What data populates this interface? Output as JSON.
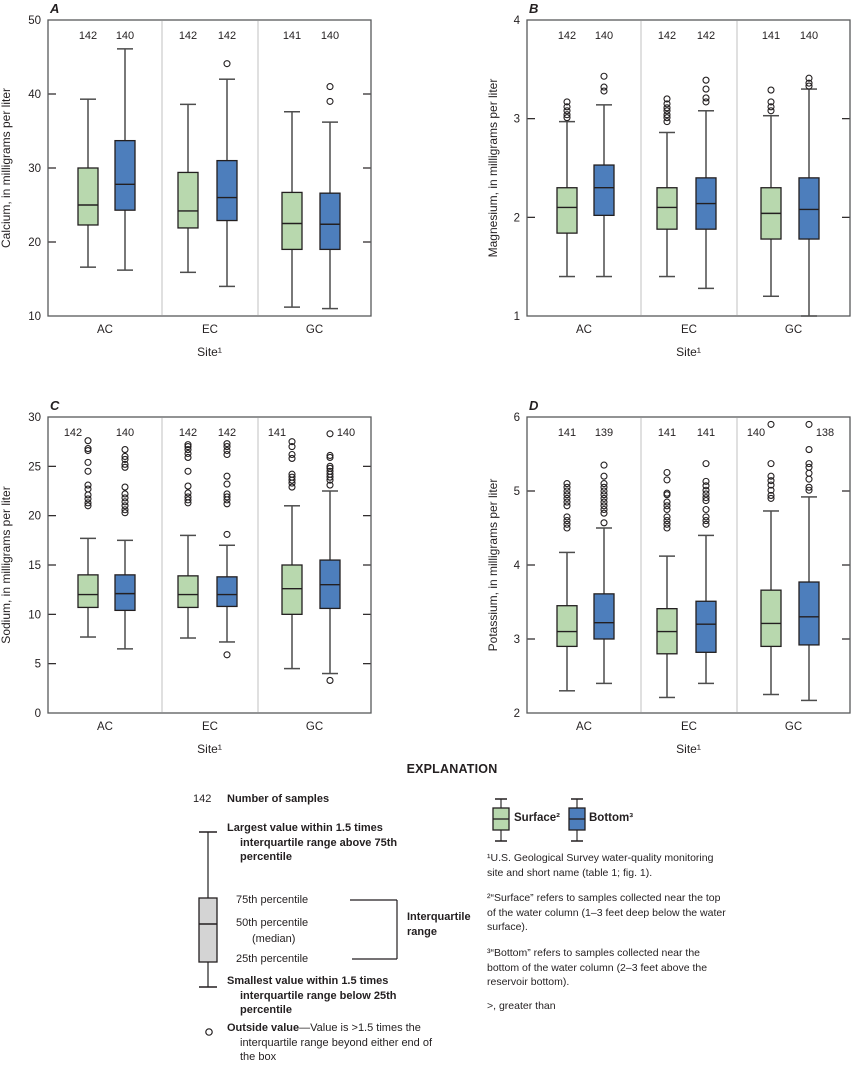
{
  "style": {
    "surface": "#b8d8ae",
    "bottom": "#4d7ebc",
    "line": "#4d4d4d",
    "box_border": "#231f20",
    "frame": "#58595b",
    "tick": "#231f20",
    "separator": "#d9d9d9",
    "example_box": "#d4d4d4",
    "text": "#231f20"
  },
  "explanation": {
    "title": "EXPLANATION",
    "samples_value": "142",
    "samples_label": "Number of samples",
    "largest": "Largest value within 1.5 times interquartile range above 75th percentile",
    "p75": "75th percentile",
    "p50": "50th percentile",
    "median": "(median)",
    "p25": "25th percentile",
    "iqr": "Interquartile range",
    "smallest": "Smallest value within 1.5 times interquartile range below 25th percentile",
    "outside_term": "Outside value",
    "outside_def": "—Value is >1.5 times the interquartile range beyond either end of the box",
    "legend": {
      "surface": "Surface²",
      "bottom": "Bottom³"
    },
    "footnotes": [
      "¹U.S. Geological Survey water-quality monitoring site and short name (table 1; fig. 1).",
      "²“Surface” refers to samples collected near the top of the water column (1–3 feet deep below the water surface).",
      "³“Bottom” refers to samples collected near the bottom of the water column (2–3 feet above the reservoir bottom).",
      ">, greater than"
    ]
  },
  "chart_data": [
    {
      "type": "boxplot",
      "panel": "A",
      "ylabel": "Calcium, in milligrams per liter",
      "xlabel": "Site¹",
      "ylim": [
        10,
        50
      ],
      "yticks": [
        10,
        20,
        30,
        40,
        50
      ],
      "ylabel_offset": 38,
      "sites": [
        "AC",
        "EC",
        "GC"
      ],
      "series": [
        {
          "site": "AC",
          "layer": "Surface",
          "n": 142,
          "whislo": 16.6,
          "q1": 22.3,
          "med": 25.0,
          "q3": 30.0,
          "whishi": 39.3,
          "outliers": []
        },
        {
          "site": "AC",
          "layer": "Bottom",
          "n": 140,
          "whislo": 16.2,
          "q1": 24.3,
          "med": 27.8,
          "q3": 33.7,
          "whishi": 46.1,
          "outliers": []
        },
        {
          "site": "EC",
          "layer": "Surface",
          "n": 142,
          "whislo": 15.9,
          "q1": 21.9,
          "med": 24.2,
          "q3": 29.4,
          "whishi": 38.6,
          "outliers": []
        },
        {
          "site": "EC",
          "layer": "Bottom",
          "n": 142,
          "whislo": 14.0,
          "q1": 22.9,
          "med": 26.0,
          "q3": 31.0,
          "whishi": 42.0,
          "outliers": [
            44.1
          ]
        },
        {
          "site": "GC",
          "layer": "Surface",
          "n": 141,
          "whislo": 11.2,
          "q1": 19.0,
          "med": 22.5,
          "q3": 26.7,
          "whishi": 37.6,
          "outliers": []
        },
        {
          "site": "GC",
          "layer": "Bottom",
          "n": 140,
          "whislo": 11.0,
          "q1": 19.0,
          "med": 22.4,
          "q3": 26.6,
          "whishi": 36.2,
          "outliers": [
            39.0,
            41.0
          ]
        }
      ]
    },
    {
      "type": "boxplot",
      "panel": "B",
      "ylabel": "Magnesium, in milligrams per liter",
      "xlabel": "Site¹",
      "ylim": [
        1,
        4
      ],
      "yticks": [
        1,
        2,
        3,
        4
      ],
      "ylabel_offset": 30,
      "sites": [
        "AC",
        "EC",
        "GC"
      ],
      "series": [
        {
          "site": "AC",
          "layer": "Surface",
          "n": 142,
          "whislo": 1.4,
          "q1": 1.84,
          "med": 2.1,
          "q3": 2.3,
          "whishi": 2.97,
          "outliers": [
            3.01,
            3.04,
            3.08,
            3.12,
            3.17
          ]
        },
        {
          "site": "AC",
          "layer": "Bottom",
          "n": 140,
          "whislo": 1.4,
          "q1": 2.02,
          "med": 2.3,
          "q3": 2.53,
          "whishi": 3.14,
          "outliers": [
            3.28,
            3.32,
            3.43
          ]
        },
        {
          "site": "EC",
          "layer": "Surface",
          "n": 142,
          "whislo": 1.4,
          "q1": 1.88,
          "med": 2.1,
          "q3": 2.3,
          "whishi": 2.86,
          "outliers": [
            2.97,
            3.01,
            3.04,
            3.08,
            3.11,
            3.15,
            3.2
          ]
        },
        {
          "site": "EC",
          "layer": "Bottom",
          "n": 142,
          "whislo": 1.28,
          "q1": 1.88,
          "med": 2.14,
          "q3": 2.4,
          "whishi": 3.08,
          "outliers": [
            3.17,
            3.21,
            3.3,
            3.39
          ]
        },
        {
          "site": "GC",
          "layer": "Surface",
          "n": 141,
          "whislo": 1.2,
          "q1": 1.78,
          "med": 2.04,
          "q3": 2.3,
          "whishi": 3.03,
          "outliers": [
            3.08,
            3.12,
            3.17,
            3.29
          ]
        },
        {
          "site": "GC",
          "layer": "Bottom",
          "n": 140,
          "whislo": 1.0,
          "q1": 1.78,
          "med": 2.08,
          "q3": 2.4,
          "whishi": 3.3,
          "outliers": [
            3.33,
            3.36,
            3.41
          ]
        }
      ]
    },
    {
      "type": "boxplot",
      "panel": "C",
      "ylabel": "Sodium, in milligrams per liter",
      "xlabel": "Site¹",
      "ylim": [
        0,
        30
      ],
      "yticks": [
        0,
        5,
        10,
        15,
        20,
        25,
        30
      ],
      "ylabel_offset": 38,
      "sites": [
        "AC",
        "EC",
        "GC"
      ],
      "series": [
        {
          "site": "AC",
          "layer": "Surface",
          "n": 142,
          "whislo": 7.7,
          "q1": 10.7,
          "med": 12.0,
          "q3": 14.0,
          "whishi": 17.7,
          "outliers": [
            21.0,
            21.3,
            21.7,
            22.1,
            22.7,
            23.1,
            24.5,
            25.4,
            26.6,
            26.8,
            27.6
          ]
        },
        {
          "site": "AC",
          "layer": "Bottom",
          "n": 140,
          "whislo": 6.5,
          "q1": 10.4,
          "med": 12.1,
          "q3": 14.0,
          "whishi": 17.5,
          "outliers": [
            20.3,
            20.6,
            21.0,
            21.4,
            21.8,
            22.2,
            22.9,
            24.9,
            25.2,
            25.7,
            26.0,
            26.7
          ]
        },
        {
          "site": "EC",
          "layer": "Surface",
          "n": 142,
          "whislo": 7.6,
          "q1": 10.7,
          "med": 12.0,
          "q3": 13.9,
          "whishi": 18.0,
          "outliers": [
            21.3,
            21.6,
            21.9,
            22.3,
            23.0,
            24.5,
            25.9,
            26.3,
            26.7,
            27.0,
            27.2
          ]
        },
        {
          "site": "EC",
          "layer": "Bottom",
          "n": 142,
          "whislo": 7.2,
          "q1": 10.8,
          "med": 12.0,
          "q3": 13.8,
          "whishi": 17.0,
          "outliers": [
            5.9,
            18.1,
            21.2,
            21.6,
            21.9,
            22.2,
            23.2,
            24.0,
            26.2,
            26.6,
            27.0,
            27.3
          ]
        },
        {
          "site": "GC",
          "layer": "Surface",
          "n": 141,
          "whislo": 4.5,
          "q1": 10.0,
          "med": 12.6,
          "q3": 15.0,
          "whishi": 21.0,
          "outliers": [
            22.9,
            23.3,
            23.6,
            23.9,
            24.2,
            25.8,
            26.2,
            27.0,
            27.5
          ]
        },
        {
          "site": "GC",
          "layer": "Bottom",
          "n": 140,
          "whislo": 4.0,
          "q1": 10.6,
          "med": 13.0,
          "q3": 15.5,
          "whishi": 22.5,
          "outliers": [
            3.3,
            23.1,
            23.6,
            23.9,
            24.2,
            24.5,
            24.8,
            25.0,
            25.9,
            26.1,
            28.3
          ]
        }
      ]
    },
    {
      "type": "boxplot",
      "panel": "D",
      "ylabel": "Potassium, in milligrams per liter",
      "xlabel": "Site¹",
      "ylim": [
        2,
        6
      ],
      "yticks": [
        2,
        3,
        4,
        5,
        6
      ],
      "ylabel_offset": 30,
      "sites": [
        "AC",
        "EC",
        "GC"
      ],
      "series": [
        {
          "site": "AC",
          "layer": "Surface",
          "n": 141,
          "whislo": 2.3,
          "q1": 2.9,
          "med": 3.1,
          "q3": 3.45,
          "whishi": 4.17,
          "outliers": [
            4.5,
            4.55,
            4.6,
            4.65,
            4.8,
            4.85,
            4.9,
            4.95,
            5.0,
            5.05,
            5.1
          ]
        },
        {
          "site": "AC",
          "layer": "Bottom",
          "n": 139,
          "whislo": 2.4,
          "q1": 3.0,
          "med": 3.22,
          "q3": 3.61,
          "whishi": 4.5,
          "outliers": [
            4.57,
            4.7,
            4.75,
            4.8,
            4.85,
            4.9,
            4.95,
            5.0,
            5.05,
            5.1,
            5.2,
            5.35
          ]
        },
        {
          "site": "EC",
          "layer": "Surface",
          "n": 141,
          "whislo": 2.21,
          "q1": 2.8,
          "med": 3.1,
          "q3": 3.41,
          "whishi": 4.12,
          "outliers": [
            4.5,
            4.55,
            4.6,
            4.65,
            4.75,
            4.8,
            4.85,
            4.95,
            4.97,
            5.15,
            5.25
          ]
        },
        {
          "site": "EC",
          "layer": "Bottom",
          "n": 141,
          "whislo": 2.4,
          "q1": 2.82,
          "med": 3.2,
          "q3": 3.51,
          "whishi": 4.4,
          "outliers": [
            4.55,
            4.6,
            4.65,
            4.75,
            4.87,
            4.91,
            4.96,
            5.01,
            5.07,
            5.13,
            5.37
          ]
        },
        {
          "site": "GC",
          "layer": "Surface",
          "n": 140,
          "whislo": 2.25,
          "q1": 2.9,
          "med": 3.21,
          "q3": 3.66,
          "whishi": 4.73,
          "outliers": [
            4.9,
            4.94,
            5.01,
            5.08,
            5.14,
            5.2,
            5.37,
            5.9
          ]
        },
        {
          "site": "GC",
          "layer": "Bottom",
          "n": 138,
          "whislo": 2.17,
          "q1": 2.92,
          "med": 3.3,
          "q3": 3.77,
          "whishi": 4.92,
          "outliers": [
            5.01,
            5.05,
            5.16,
            5.24,
            5.32,
            5.37,
            5.56,
            5.9
          ]
        }
      ]
    }
  ]
}
